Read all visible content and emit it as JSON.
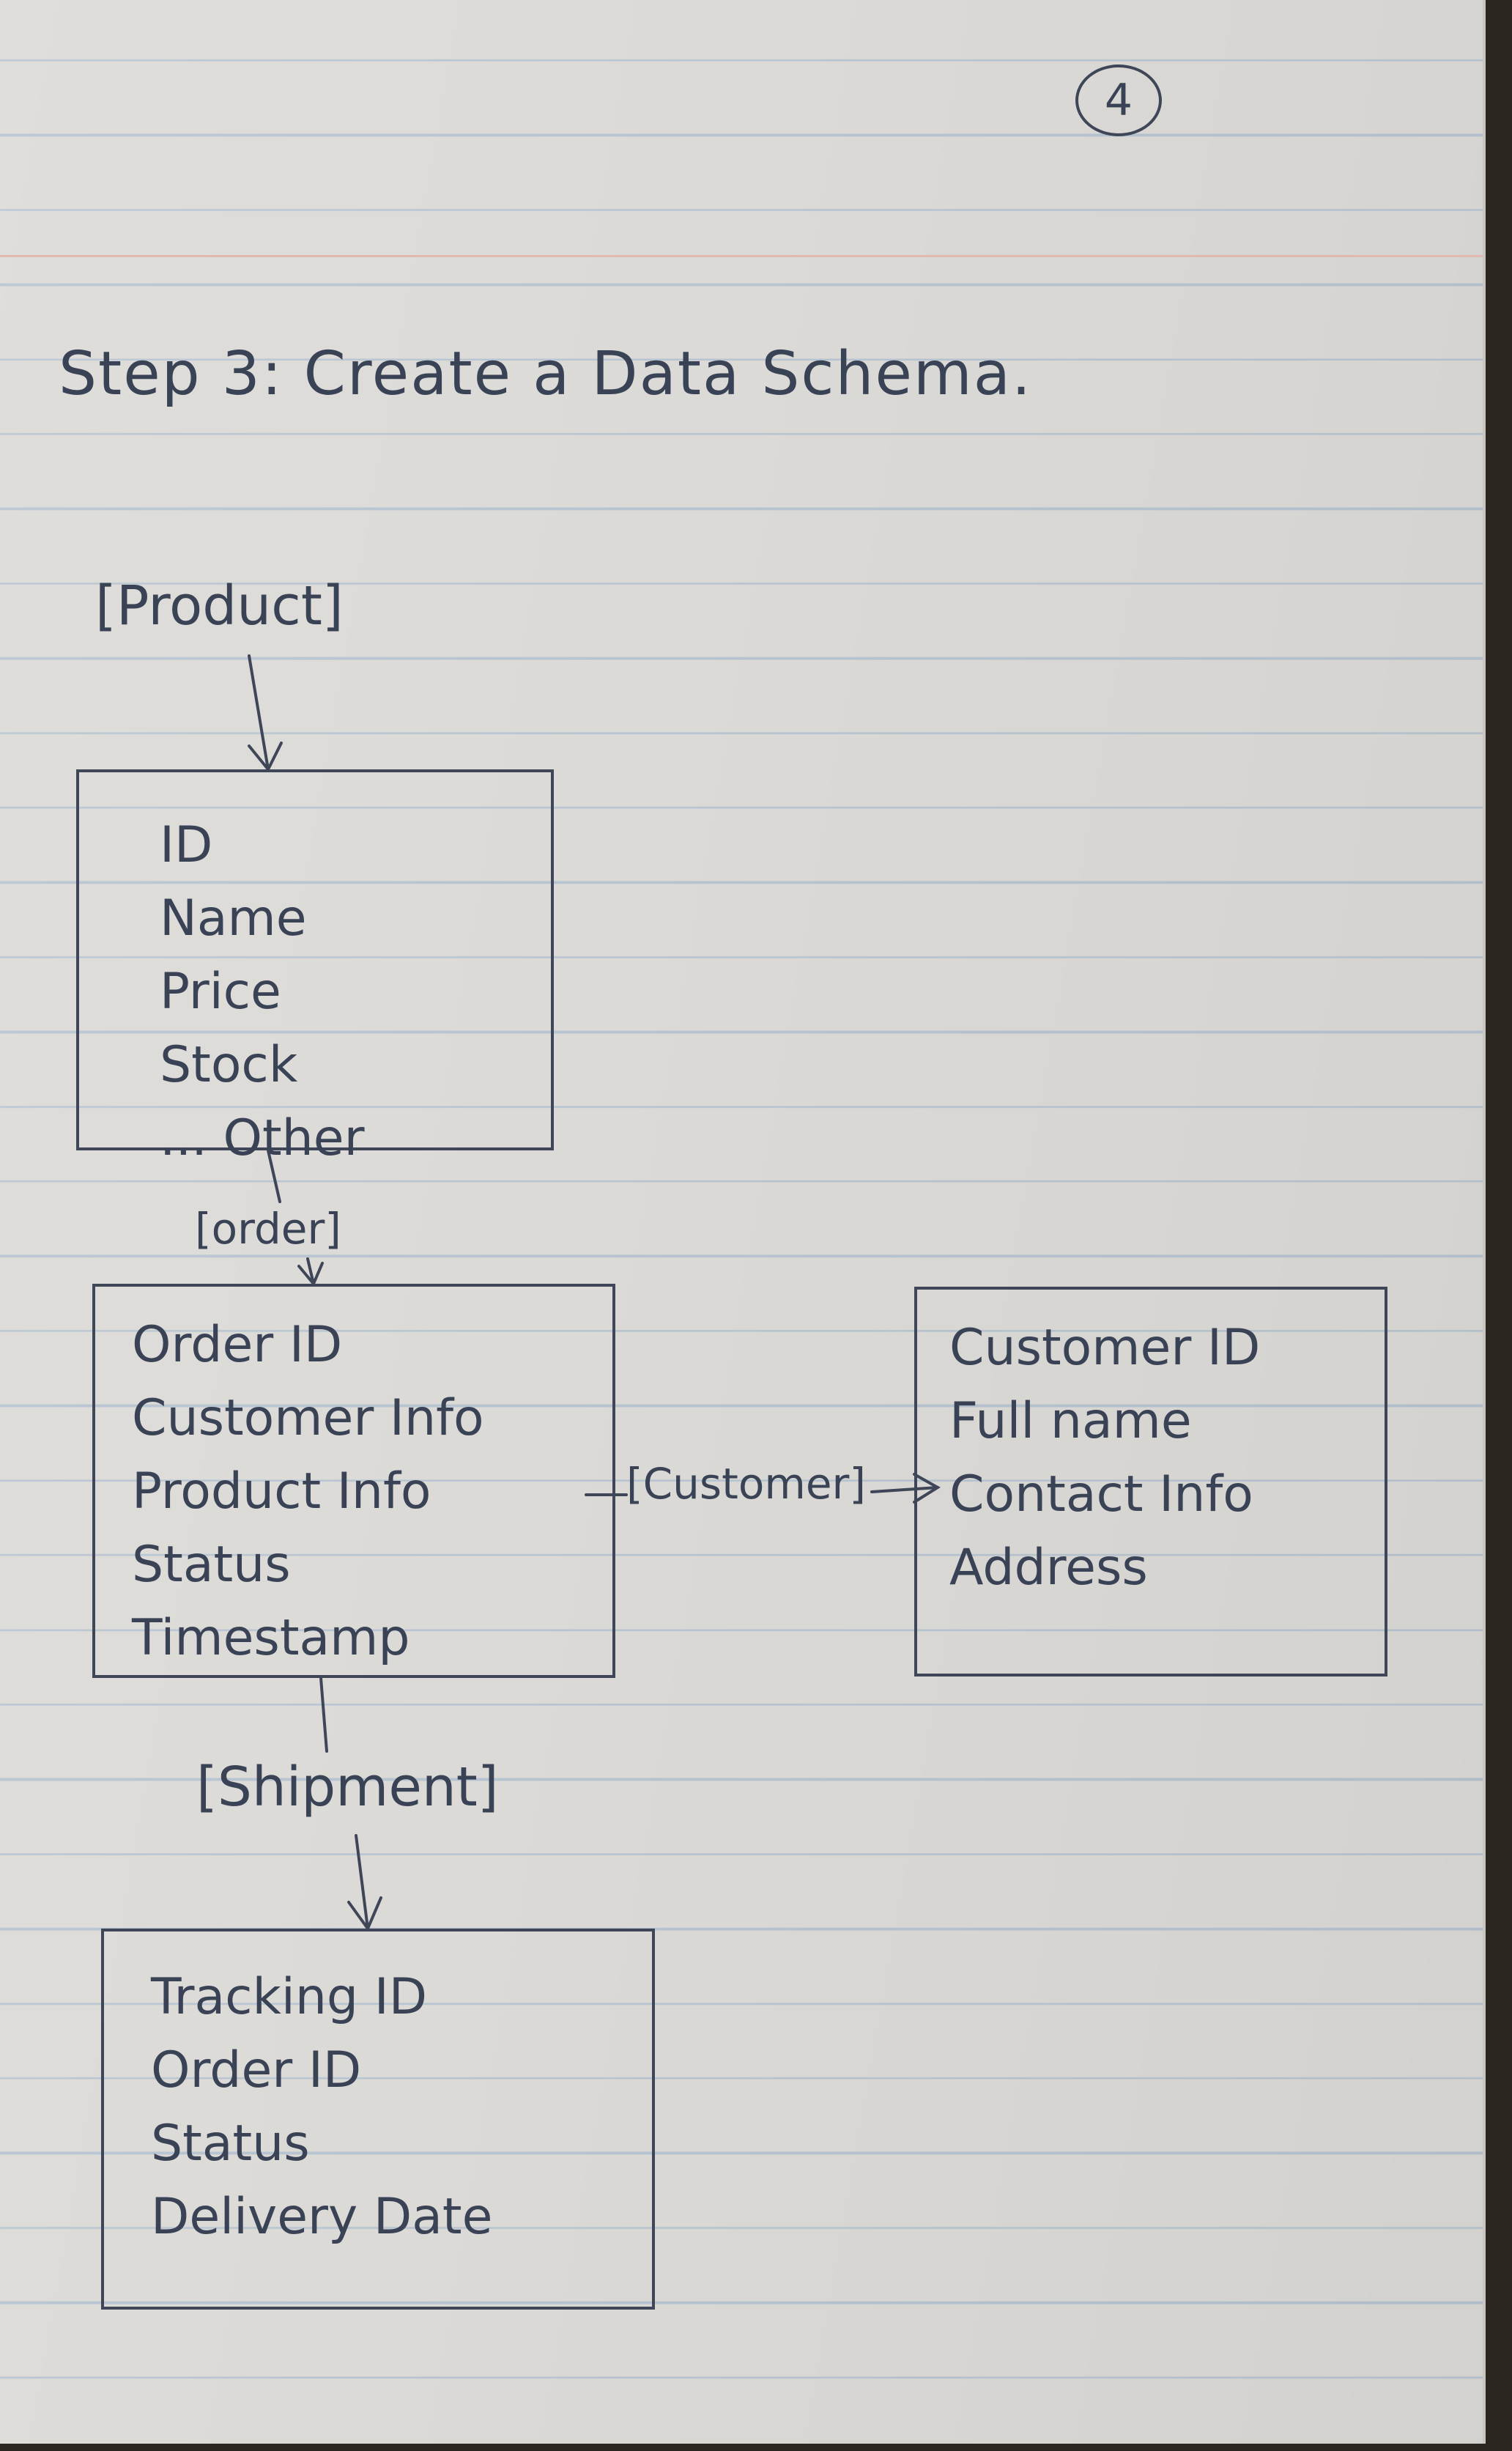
{
  "page_number": "4",
  "title": "Step 3: Create a Data Schema.",
  "entities": {
    "product": {
      "label": "[Product]",
      "fields": [
        "ID",
        "Name",
        "Price",
        "Stock",
        "... Other"
      ]
    },
    "order": {
      "label": "[order]",
      "fields": [
        "Order ID",
        "Customer Info",
        "Product Info",
        "Status",
        "Timestamp"
      ]
    },
    "customer": {
      "label": "[Customer]",
      "fields": [
        "Customer ID",
        "Full name",
        "Contact Info",
        "Address"
      ]
    },
    "shipment": {
      "label": "[Shipment]",
      "fields": [
        "Tracking ID",
        "Order ID",
        "Status",
        "Delivery Date"
      ]
    }
  },
  "colors": {
    "ink": "#3a4356",
    "paper": "#dcdad6",
    "rule_lines": "#b6c3d1",
    "margin_line": "#e1b9b3"
  }
}
